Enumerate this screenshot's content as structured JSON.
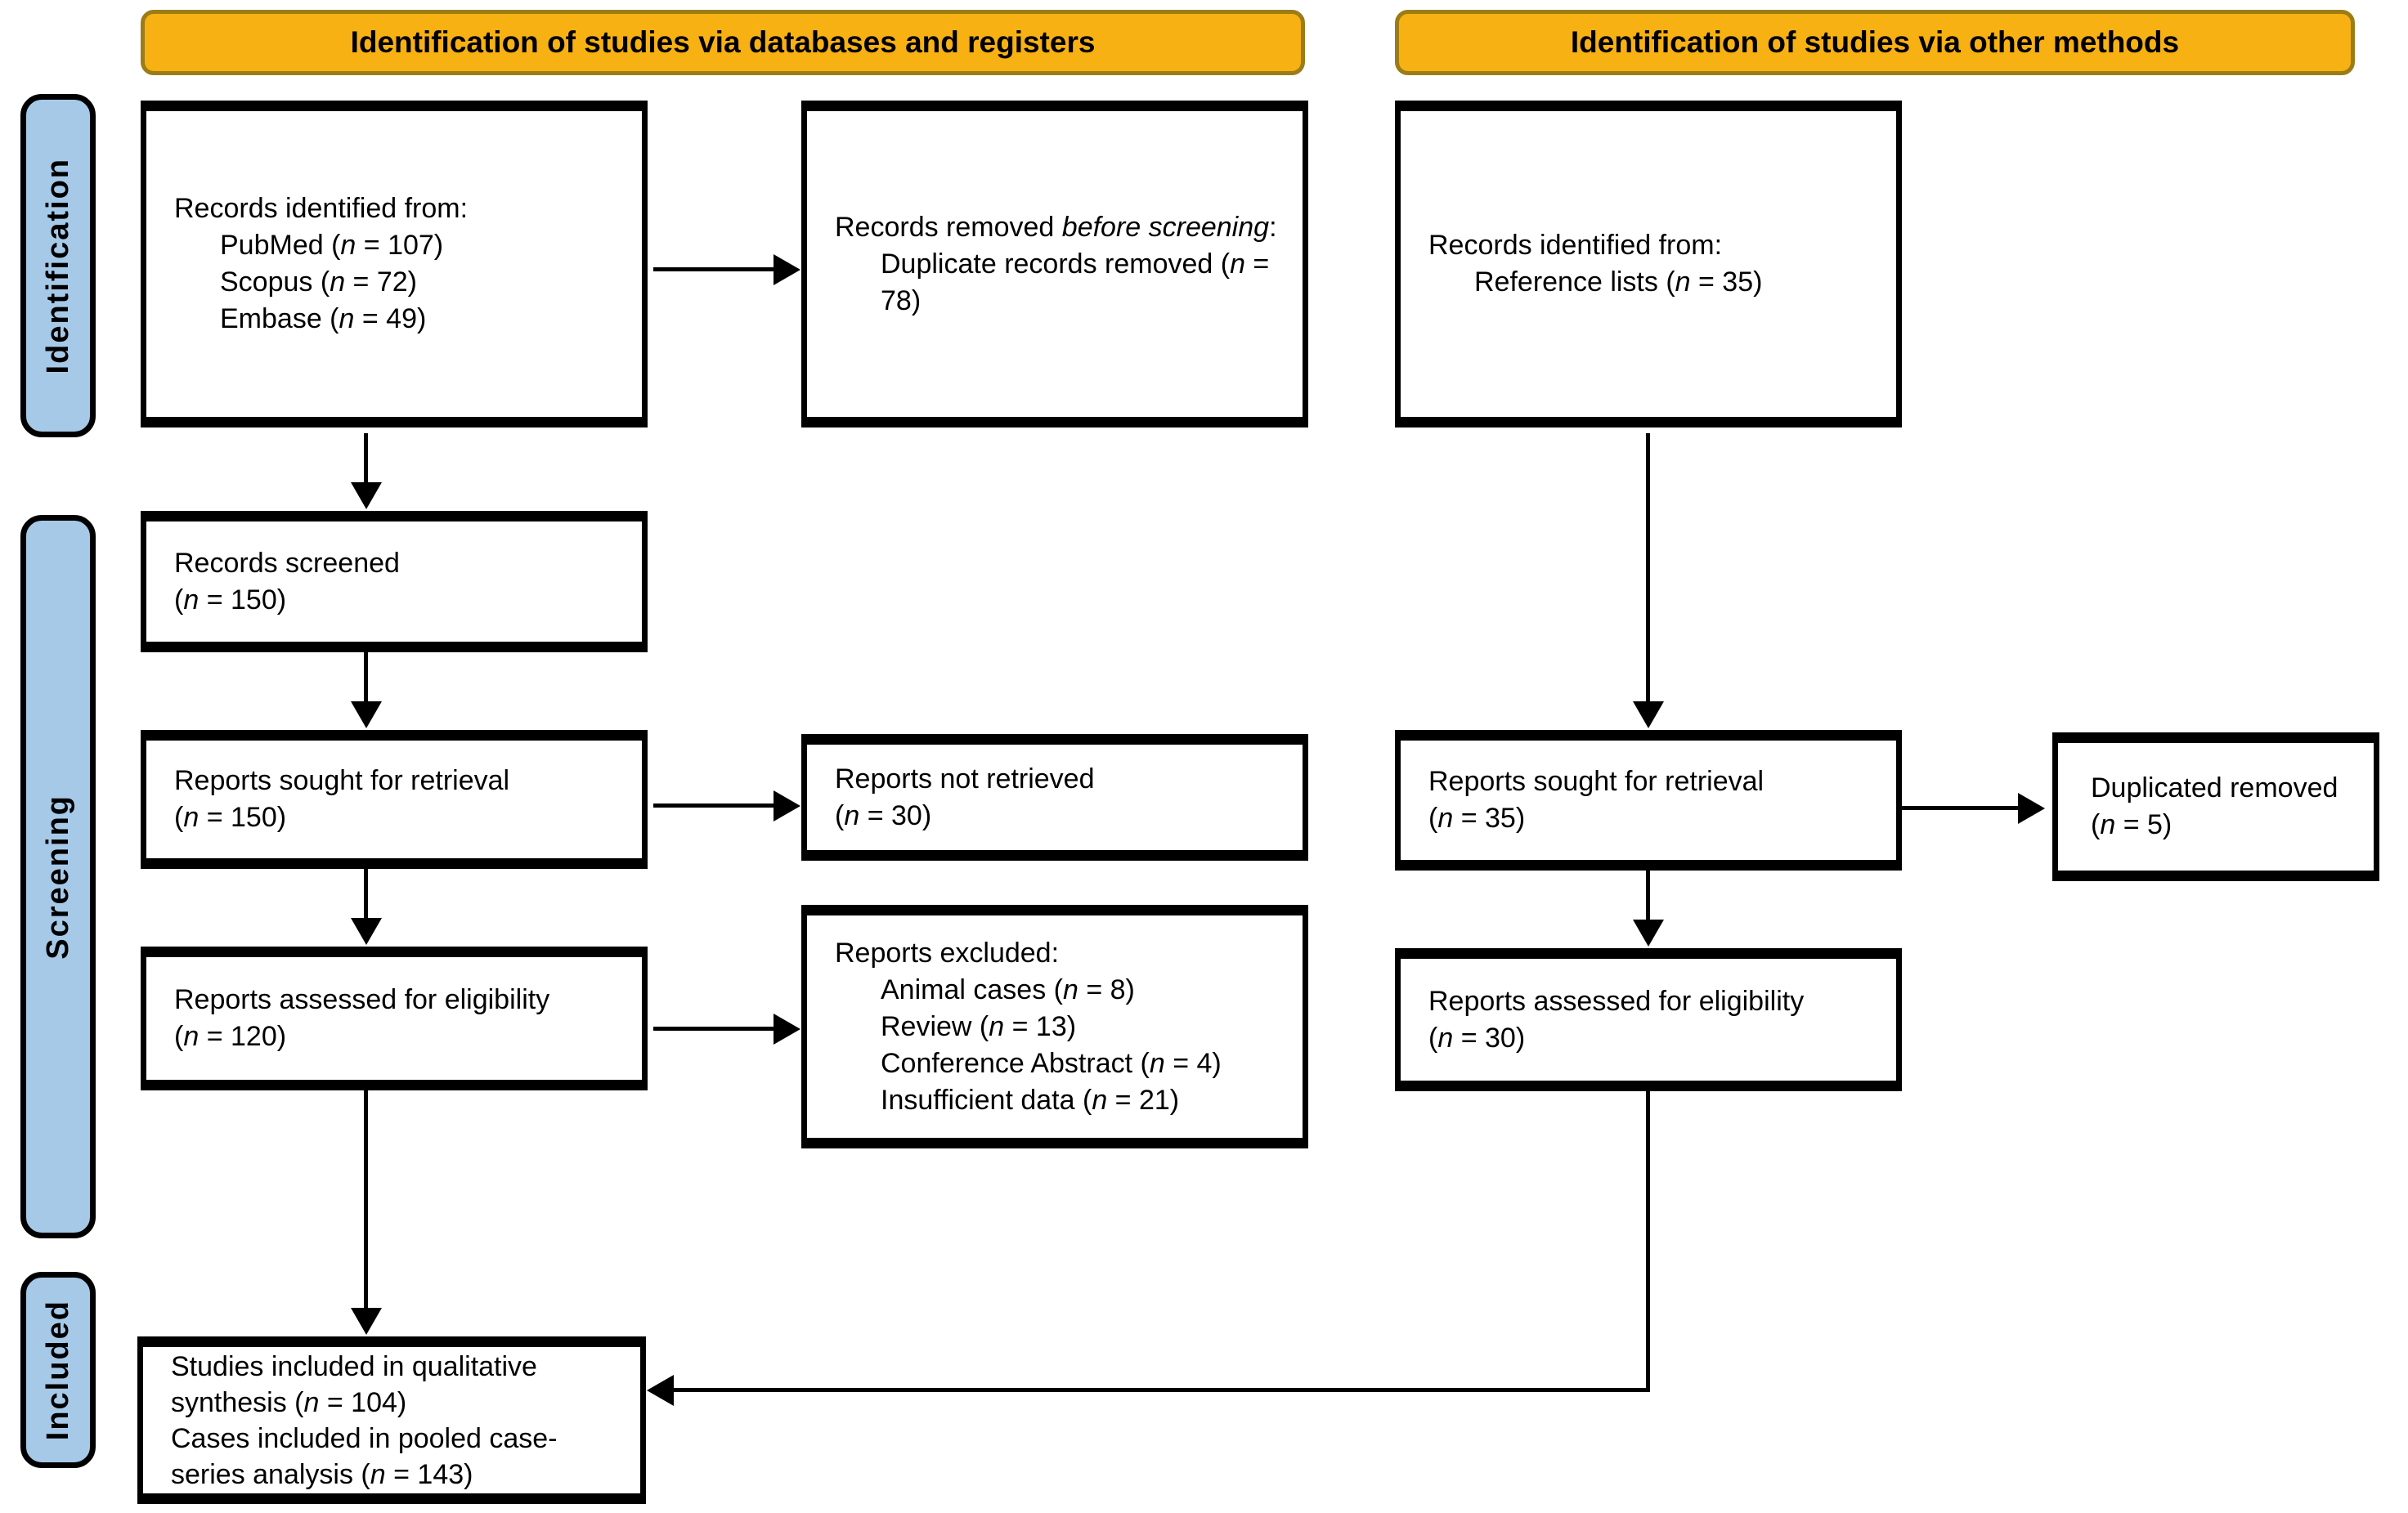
{
  "colors": {
    "header-fill": "#F7B112",
    "header-border": "#9B7C16",
    "stage-fill": "#A6C9E8",
    "line-color": "#000000"
  },
  "format": {
    "italics": [
      {
        "find": "(n = ",
        "replace": "(<i>n</i> = "
      },
      {
        "find": "before screening",
        "replace": "<i>before screening</i>"
      }
    ]
  },
  "headers": {
    "databases": "Identification of studies via databases and registers",
    "other_methods": "Identification of studies via other methods"
  },
  "stages": {
    "identification": "Identification",
    "screening": "Screening",
    "included": "Included"
  },
  "database_branch": {
    "records_identified": {
      "intro": "Records identified from:",
      "sources": [
        "PubMed (n = 107)",
        "Scopus (n = 72)",
        "Embase (n = 49)"
      ]
    },
    "records_removed": {
      "intro": "Records removed before screening:",
      "details": [
        "Duplicate records removed (n = 78)"
      ]
    },
    "records_screened": {
      "line1": "Records screened",
      "line2": "(n = 150)"
    },
    "reports_sought": {
      "line1": "Reports sought for retrieval",
      "line2": "(n = 150)"
    },
    "reports_not_retrieved": {
      "line1": "Reports not retrieved",
      "line2": "(n = 30)"
    },
    "reports_assessed": {
      "line1": "Reports assessed for eligibility",
      "line2": "(n = 120)"
    },
    "reports_excluded": {
      "intro": "Reports excluded:",
      "reasons": [
        "Animal cases (n = 8)",
        "Review (n = 13)",
        "Conference Abstract (n = 4)",
        "Insufficient data (n = 21)"
      ]
    }
  },
  "other_branch": {
    "records_identified": {
      "intro": "Records identified from:",
      "sources": [
        "Reference lists (n = 35)"
      ]
    },
    "reports_sought": {
      "line1": "Reports sought for retrieval",
      "line2": "(n = 35)"
    },
    "duplicated_removed": {
      "text": "Duplicated removed (n = 5)"
    },
    "reports_assessed": {
      "line1": "Reports assessed for eligibility",
      "line2": "(n = 30)"
    }
  },
  "included_branch": {
    "studies_included": {
      "line1": "Studies included in qualitative synthesis (n = 104)",
      "line2": "Cases included in pooled case-series analysis (n = 143)"
    }
  }
}
